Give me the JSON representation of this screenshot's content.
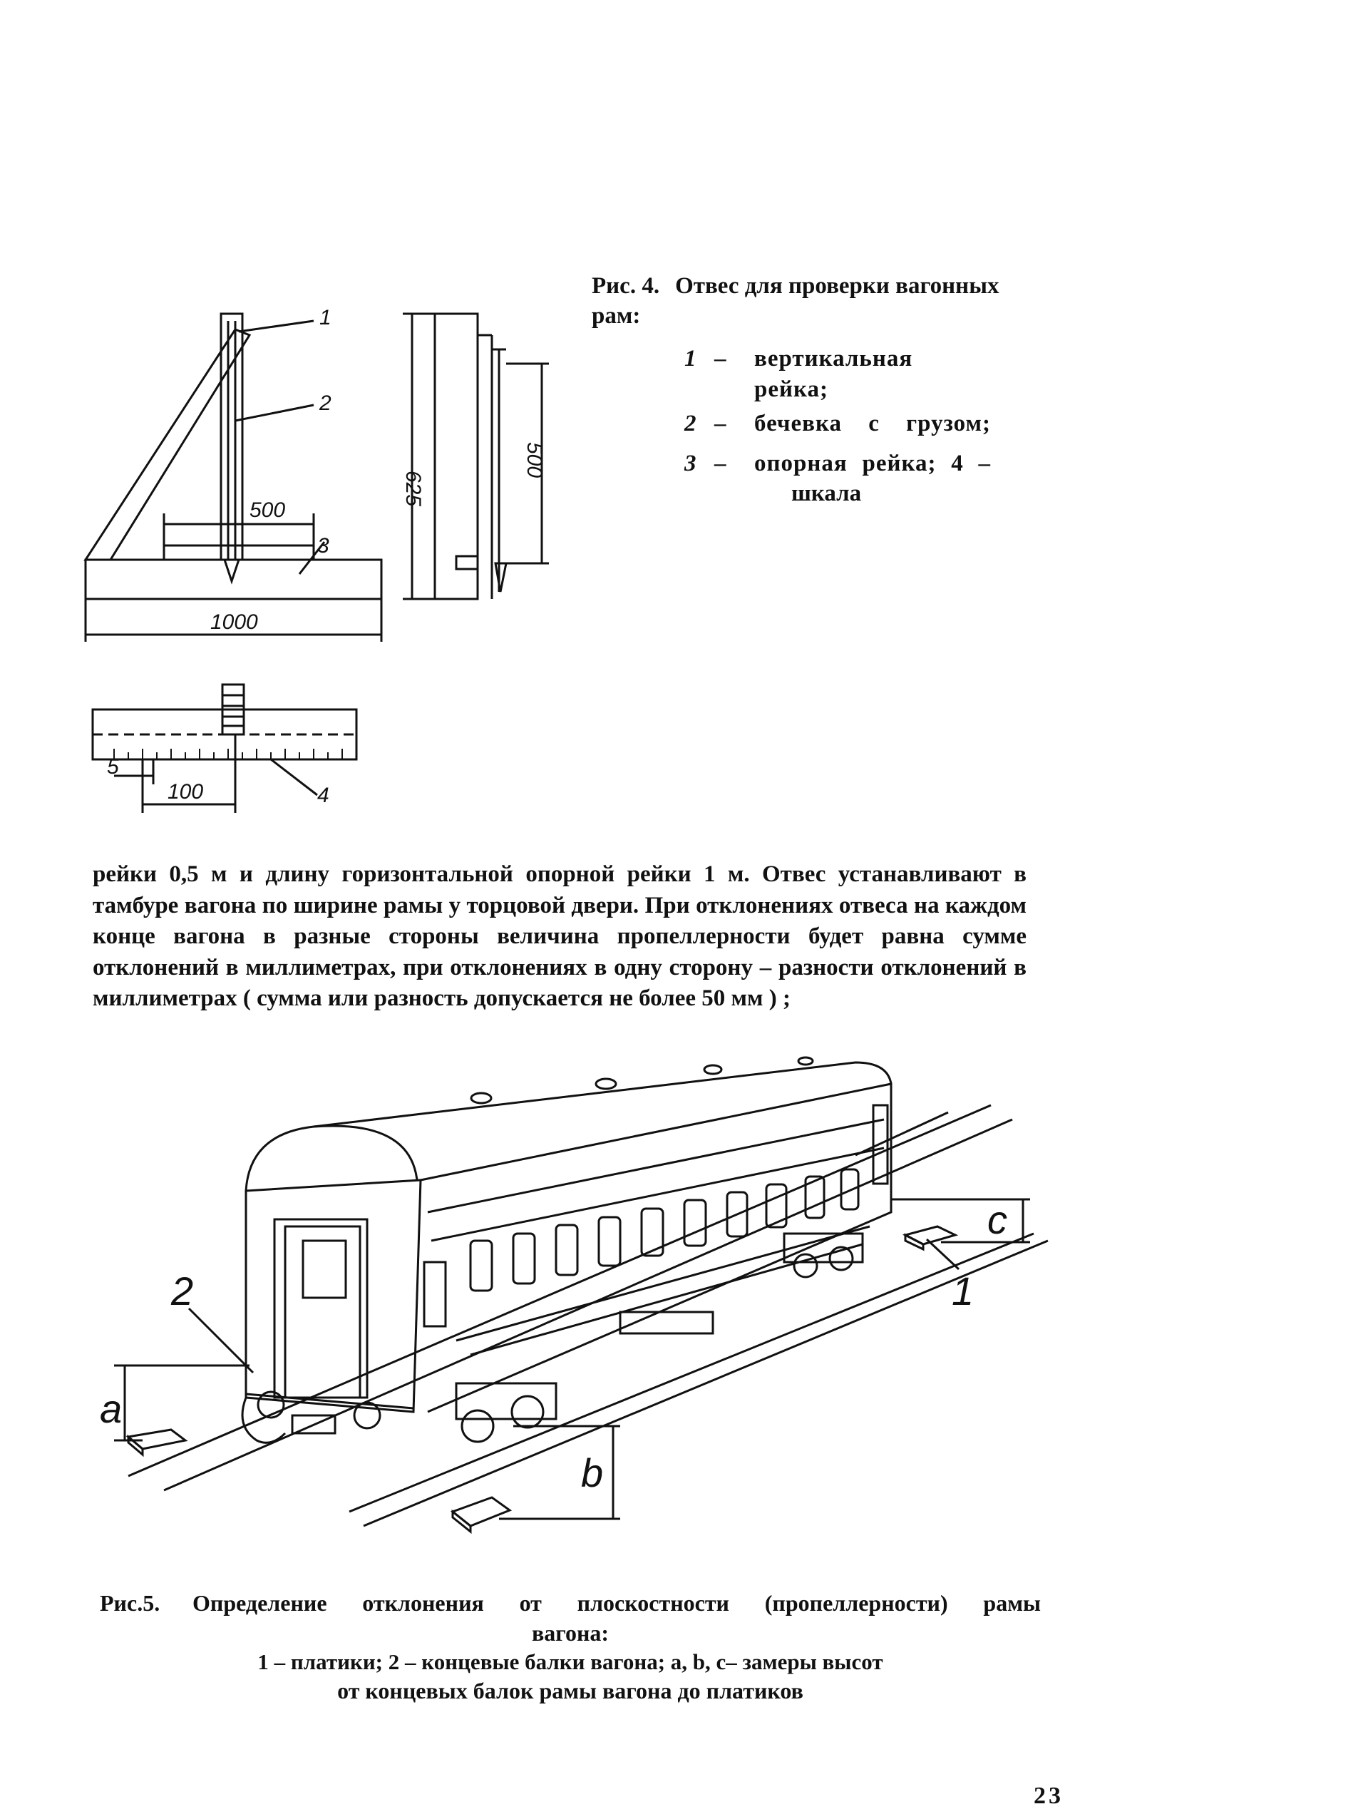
{
  "figure4": {
    "caption_number": "Рис. 4.",
    "caption_title": "Отвес для проверки вагонных рам:",
    "legend": [
      {
        "n": "1",
        "text": "вертикальная рейка;"
      },
      {
        "n": "2",
        "text": "бечевка с грузом;"
      },
      {
        "n": "3",
        "text": "опорная рейка; 4 –"
      }
    ],
    "legend_tail": "шкала",
    "labels": {
      "p1": "1",
      "p2": "2",
      "p3": "3",
      "p4": "4",
      "p5": "5"
    },
    "dims": {
      "d500a": "500",
      "d1000": "1000",
      "d625": "625",
      "d500b": "500",
      "d100": "100"
    }
  },
  "body_text": "рейки 0,5 м и длину горизонтальной опорной рейки 1 м. Отвес устанавливают в тамбуре вагона по ширине рамы у торцовой двери. При отклонениях отвеса на каждом конце вагона в разные стороны величина пропеллерности будет равна сумме отклонений в миллиметрах, при отклонениях в одну сторону – разности отклонений в миллиметрах ( сумма или разность допускается не более 50 мм ) ;",
  "figure5": {
    "caption_number": "Рис.5.",
    "caption_line1": "Определение отклонения от плоскостности (пропеллерности) рамы",
    "caption_line2": "вагона:",
    "caption_line3": "1 – платики; 2 – концевые балки вагона; a, b, c– замеры высот",
    "caption_line4": "от концевых балок рамы вагона до платиков",
    "labels": {
      "n1": "1",
      "n2": "2",
      "a": "a",
      "b": "b",
      "c": "c"
    }
  },
  "page_number": "23"
}
